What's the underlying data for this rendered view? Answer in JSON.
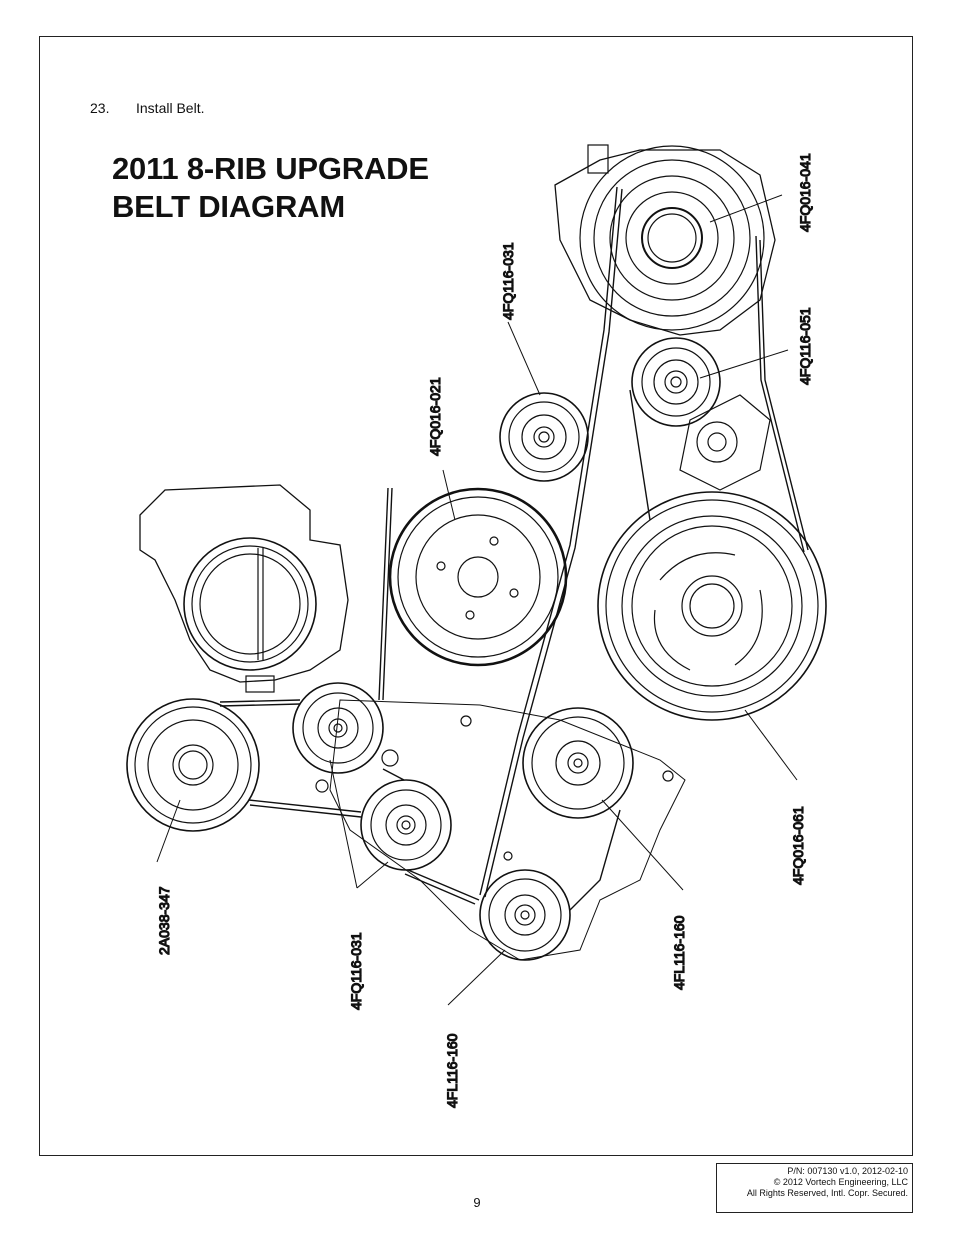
{
  "step": {
    "number": "23.",
    "text": "Install Belt."
  },
  "title": {
    "line1": "2011 8-RIB UPGRADE",
    "line2": "BELT DIAGRAM"
  },
  "part_labels": {
    "alternator": "4FQ016-041",
    "idler_top": "4FQ116-031",
    "tensioner": "4FQ116-051",
    "water_pump": "4FQ016-021",
    "crank": "4FQ016-061",
    "supercharger": "2A038-347",
    "idlers_left": "4FQ116-031",
    "idler_right": "4FL116-160",
    "idler_bottom": "4FL116-160"
  },
  "footer": {
    "page_number": "9",
    "pn": "P/N: 007130 v1.0, 2012-02-10",
    "copyright": "© 2012 Vortech Engineering, LLC",
    "rights": "All Rights Reserved, Intl. Copr. Secured."
  }
}
